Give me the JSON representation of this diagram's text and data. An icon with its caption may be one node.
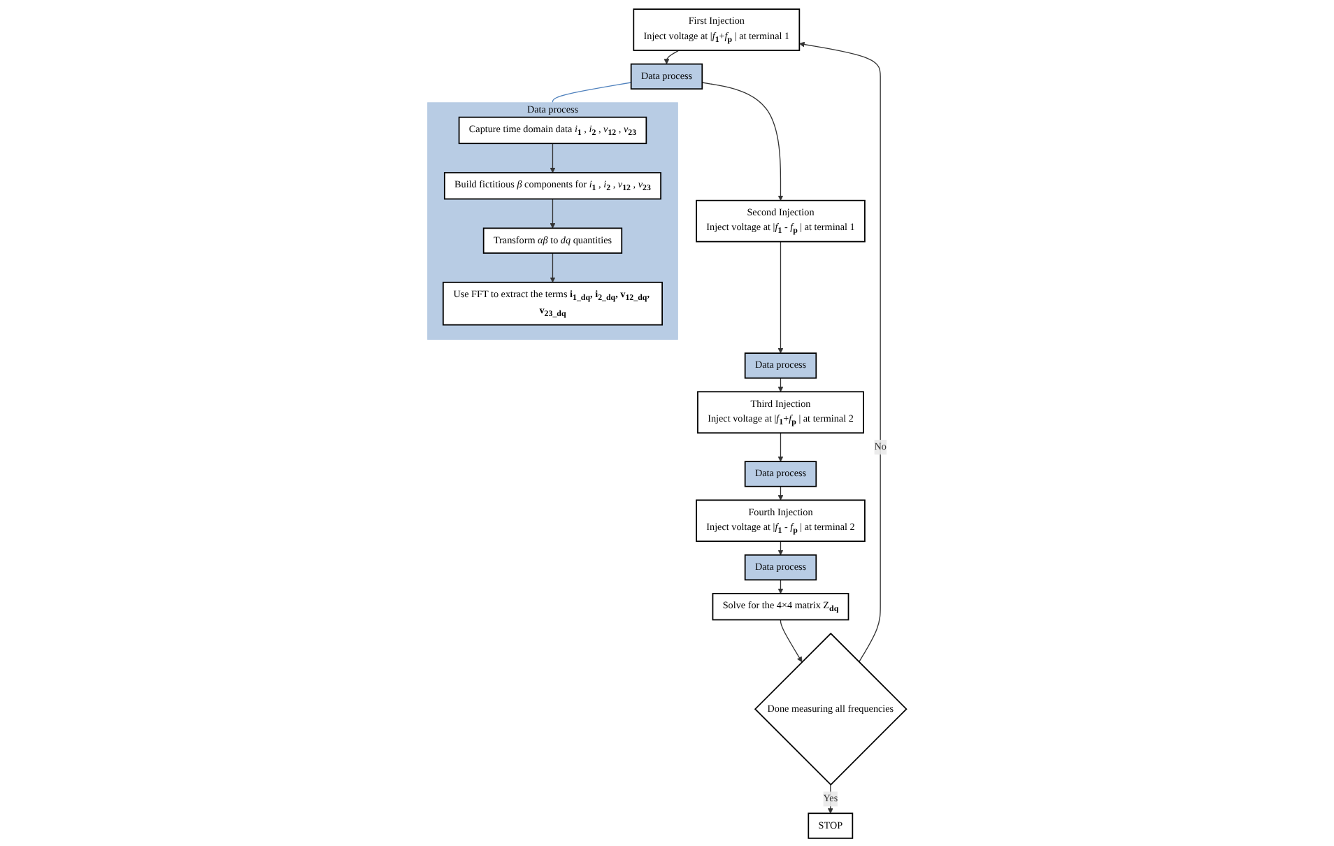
{
  "diagram": {
    "nodes": [
      {
        "text": [
          "First Injection",
          "Inject voltage at |*f*$_{1}$+*f*$_{p}$ | at terminal 1"
        ]
      },
      {
        "text": [
          "Data process"
        ]
      },
      {
        "text": [
          "Second Injection",
          "Inject voltage at |*f*$_{1}$ - *f*$_{p}$ | at terminal 1"
        ]
      },
      {
        "text": [
          "Data process"
        ]
      },
      {
        "text": [
          "Third Injection",
          "Inject voltage at |*f*$_{1}$+*f*$_{p}$ | at terminal 2"
        ]
      },
      {
        "text": [
          "Data process"
        ]
      },
      {
        "text": [
          "Fourth Injection",
          "Inject voltage at |*f*$_{1}$ - *f*$_{p}$ | at terminal 2"
        ]
      },
      {
        "text": [
          "Data process"
        ]
      },
      {
        "text": [
          "Solve for the 4×4 matrix Z$_{dq}$"
        ]
      },
      {
        "text": [
          "Done measuring all frequencies"
        ]
      },
      {
        "text": [
          "STOP"
        ]
      },
      {
        "text": [
          "Data process"
        ]
      },
      {
        "text": [
          "Capture time domain data *i*$_{1}$ , *i*$_{2}$ , *v*$_{12}$ , *v*$_{23}$"
        ],
        "in": 11
      },
      {
        "text": [
          "Build fictitious *β* components for *i*$_{1}$ , *i*$_{2}$ , *v*$_{12}$ , *v*$_{23}$"
        ],
        "in": 11
      },
      {
        "text": [
          "Transform *αβ* to *dq* quantities"
        ],
        "in": 11
      },
      {
        "text": [
          "Use FFT to extract the terms **i**$_{1_dq}$**, i**$_{2_dq}$**, v**$_{12_dq}$**, v**$_{23_dq}$"
        ],
        "in": 11
      }
    ],
    "edges": [
      {
        "from": 9,
        "to": 0,
        "arrow": "to",
        "label": "No"
      },
      {
        "from": 0,
        "to": 1,
        "arrow": "to"
      },
      {
        "from": 1,
        "to": 2,
        "arrow": "to"
      },
      {
        "from": 2,
        "to": 3,
        "arrow": "to"
      },
      {
        "from": 3,
        "to": 4,
        "arrow": "to"
      },
      {
        "from": 4,
        "to": 5,
        "arrow": "to"
      },
      {
        "from": 5,
        "to": 6,
        "arrow": "to"
      },
      {
        "from": 6,
        "to": 7,
        "arrow": "to"
      },
      {
        "from": 7,
        "to": 8,
        "arrow": "to"
      },
      {
        "from": 8,
        "to": 9,
        "arrow": "to"
      },
      {
        "from": 9,
        "to": 10,
        "arrow": "to",
        "label": "Yes"
      },
      {
        "from": 1,
        "to": 11,
        "arrow": "none",
        "color": "#4f81bd"
      },
      {
        "from": 12,
        "to": 13,
        "arrow": "to"
      },
      {
        "from": 13,
        "to": 14,
        "arrow": "to"
      },
      {
        "from": 14,
        "to": 15,
        "arrow": "to"
      }
    ]
  }
}
